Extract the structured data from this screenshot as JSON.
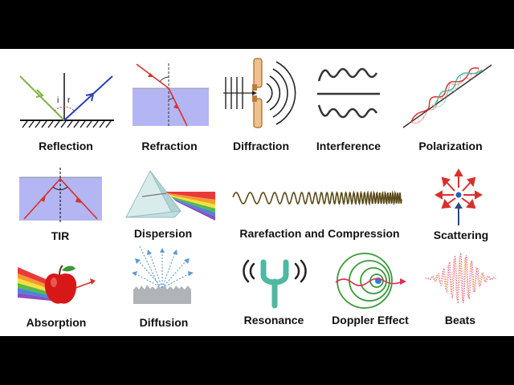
{
  "row1": {
    "reflection": "Reflection",
    "refraction": "Refraction",
    "diffraction": "Diffraction",
    "interference": "Interference",
    "polarization": "Polarization"
  },
  "row2": {
    "tir": "TIR",
    "dispersion": "Dispersion",
    "rarefaction": "Rarefaction and Compression",
    "scattering": "Scattering"
  },
  "row3": {
    "absorption": "Absorption",
    "diffusion": "Diffusion",
    "resonance": "Resonance",
    "doppler": "Doppler Effect",
    "beats": "Beats"
  },
  "angle_labels": {
    "incident": "i",
    "reflected": "r"
  },
  "colors": {
    "background": "#ffffff",
    "letterbox": "#000000",
    "water": "#b3b6f2",
    "ray_red": "#d9302c",
    "ray_green": "#7fb342",
    "ray_blue": "#2b3fb8",
    "teal": "#4fb8a0",
    "gold": "#d8a040"
  }
}
